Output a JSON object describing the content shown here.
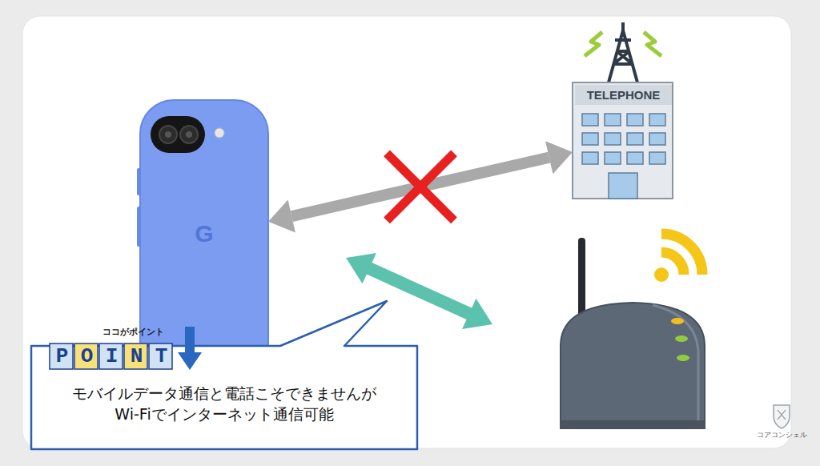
{
  "diagram": {
    "nodes": [
      {
        "text": [
          "G"
        ]
      },
      {
        "text": [
          "TELEPHONE"
        ]
      },
      {
        "text": [
          "モバイルデータ通信と電話こそできませんが Wi-Fiでインターネット通信可能"
        ]
      }
    ],
    "edges": [
      {
        "from": 0,
        "to": 1,
        "arrow": "both"
      }
    ],
    "labels": [
      "ココがポイント",
      "POINT",
      "コアコンシェル"
    ]
  }
}
